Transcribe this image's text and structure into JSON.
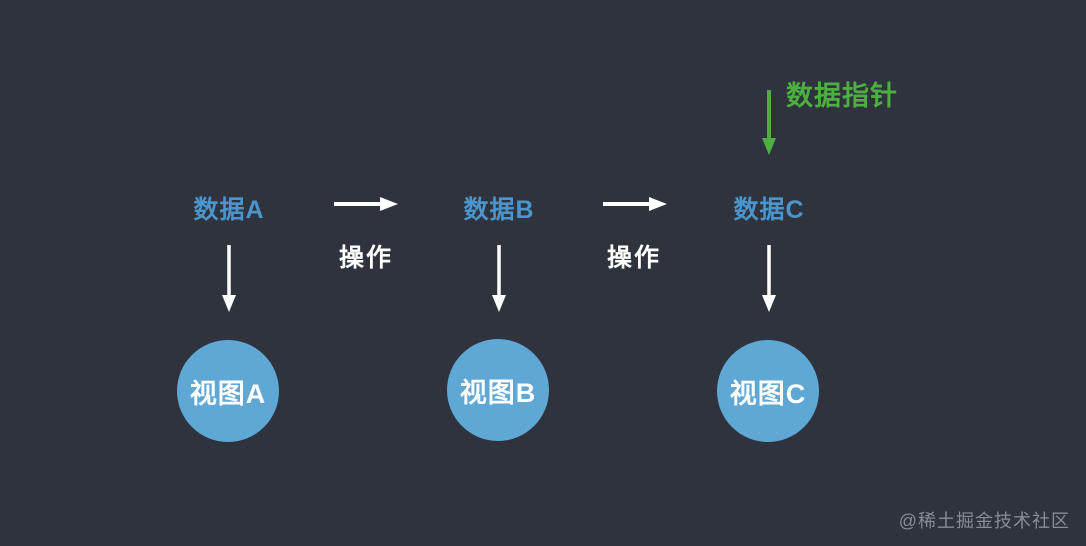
{
  "diagram": {
    "pointer_label": "数据指针",
    "operation_label_1": "操作",
    "operation_label_2": "操作",
    "columns": [
      {
        "data": "数据A",
        "view": "视图A"
      },
      {
        "data": "数据B",
        "view": "视图B"
      },
      {
        "data": "数据C",
        "view": "视图C"
      }
    ],
    "watermark": "@稀土掘金技术社区",
    "colors": {
      "background": "#2e333d",
      "data_label": "#4b94cc",
      "view_circle": "#5fa8d6",
      "pointer": "#4caf40",
      "arrow": "#ffffff",
      "watermark": "#878c95"
    }
  }
}
